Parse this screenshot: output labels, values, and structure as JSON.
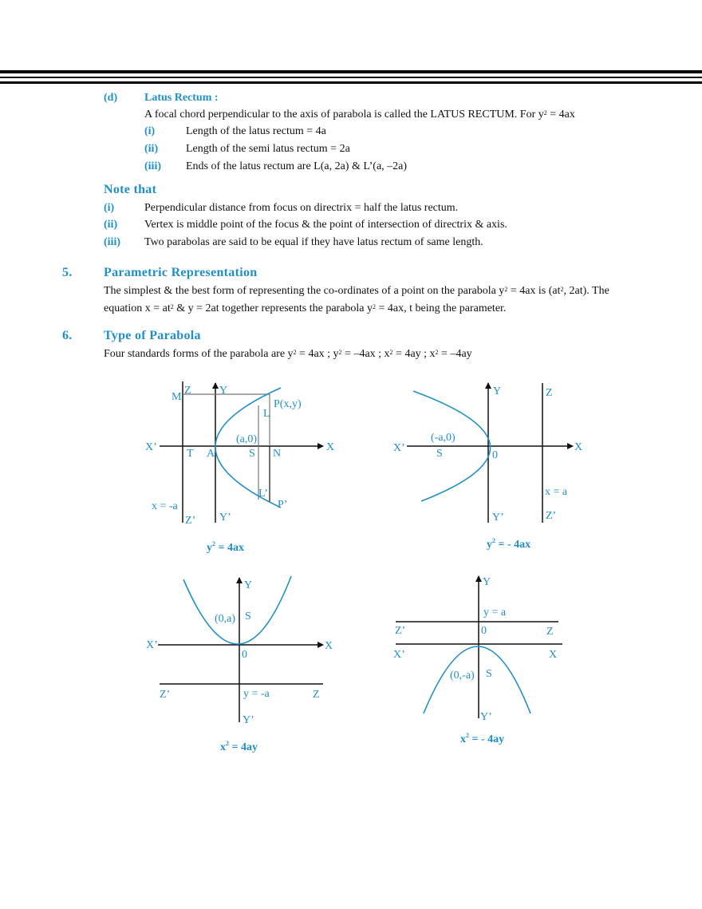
{
  "latus": {
    "num": "(d)",
    "heading": "Latus Rectum :",
    "intro_a": "A focal chord perpendicular to the axis of parabola is called the LATUS RECTUM. For y",
    "intro_sup": "2",
    "intro_b": " = 4ax",
    "items": [
      {
        "num": "(i)",
        "text": "Length of the latus rectum = 4a"
      },
      {
        "num": "(ii)",
        "text": "Length of the semi latus rectum = 2a"
      },
      {
        "num": "(iii)",
        "text": "Ends of the latus rectum are L(a, 2a) & L’(a, –2a)"
      }
    ]
  },
  "note": {
    "heading": "Note that",
    "items": [
      {
        "num": "(i)",
        "text": "Perpendicular distance from focus on directrix = half the latus rectum."
      },
      {
        "num": "(ii)",
        "text": "Vertex is middle point of the focus & the point of intersection of directrix & axis."
      },
      {
        "num": "(iii)",
        "text": "Two parabolas are said to be equal if they have latus rectum of same length."
      }
    ]
  },
  "sec5": {
    "num": "5.",
    "heading": "Parametric Representation",
    "l1a": "The simplest & the best form of representing the co-ordinates of a point on the parabola y",
    "l1b": " = 4ax is (at",
    "l1c": ", 2at). The",
    "l2a": "equation x = at",
    "l2b": " & y = 2at together represents the parabola y",
    "l2c": " = 4ax, t being the parameter.",
    "sup": "2"
  },
  "sec6": {
    "num": "6.",
    "heading": "Type of Parabola",
    "la": "Four standards forms of the parabola are y",
    "lb": " = 4ax ; y",
    "lc": " = –4ax ; x",
    "ld": " = 4ay ;  x",
    "le": " = –4ay",
    "sup": "2"
  },
  "fig1": {
    "M": "M",
    "Z": "Z",
    "Y": "Y",
    "P": "P(x,y)",
    "L": "L",
    "a0": "(a,0)",
    "Xp": "X’",
    "X": "X",
    "T": "T",
    "A": "A",
    "S": "S",
    "N": "N",
    "Lp": "L’",
    "Pp": "P’",
    "dir": "x = -a",
    "Zp": "Z’",
    "Yp": "Y’",
    "cap_a": "y",
    "cap_sup": "2",
    "cap_b": " = 4ax"
  },
  "fig2": {
    "Y": "Y",
    "Z": "Z",
    "a0": "(-a,0)",
    "Xp": "X’",
    "X": "X",
    "S": "S",
    "O": "0",
    "dir": "x = a",
    "Zp": "Z’",
    "Yp": "Y’",
    "cap_a": "y",
    "cap_sup": "2",
    "cap_b": " = - 4ax"
  },
  "fig3": {
    "Y": "Y",
    "a0": "(0,a)",
    "S": "S",
    "Xp": "X’",
    "X": "X",
    "O": "0",
    "Zp": "Z’",
    "dir": "y = -a",
    "Z": "Z",
    "Yp": "Y’",
    "cap_a": "x",
    "cap_sup": "2",
    "cap_b": " = 4ay"
  },
  "fig4": {
    "Y": "Y",
    "dir": "y = a",
    "Zp": "Z’",
    "O": "0",
    "Z": "Z",
    "Xp": "X’",
    "X": "X",
    "a0": "(0,-a)",
    "S": "S",
    "Yp": "Y’",
    "cap_a": "x",
    "cap_sup": "2",
    "cap_b": " = - 4ay"
  }
}
